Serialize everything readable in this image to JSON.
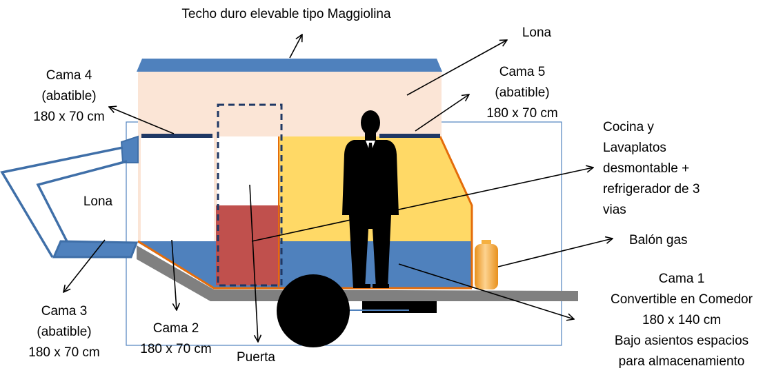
{
  "labels": {
    "roof": "Techo duro elevable tipo Maggiolina",
    "lona_top": "Lona",
    "cama4": [
      "Cama 4",
      "(abatible)",
      "180 x 70 cm"
    ],
    "cama5": [
      "Cama 5",
      "(abatible)",
      "180 x 70 cm"
    ],
    "lona_left": "Lona",
    "cocina": [
      "Cocina y",
      "Lavaplatos",
      "desmontable +",
      "refrigerador de 3",
      "vias"
    ],
    "balon": "Balón gas",
    "cama1": [
      "Cama 1",
      "Convertible en Comedor",
      "180 x 140 cm",
      "Bajo asientos espacios",
      "para almacenamiento"
    ],
    "cama3": [
      "Cama 3",
      "(abatible)",
      "180 x 70 cm"
    ],
    "cama2": [
      "Cama 2",
      "180 x 70 cm"
    ],
    "puerta": "Puerta"
  },
  "colors": {
    "roof_blue": "#4f81bd",
    "canvas_pink": "#fbe5d6",
    "interior_yellow": "#ffd966",
    "floor_blue": "#4f81bd",
    "fridge_red": "#c0504d",
    "frame_orange": "#e46c0a",
    "chassis_gray": "#808080",
    "wheel_black": "#000000",
    "door_dash": "#1f3864",
    "gas_orange": "#f5b041",
    "awning_blue": "#3f6fa8"
  }
}
